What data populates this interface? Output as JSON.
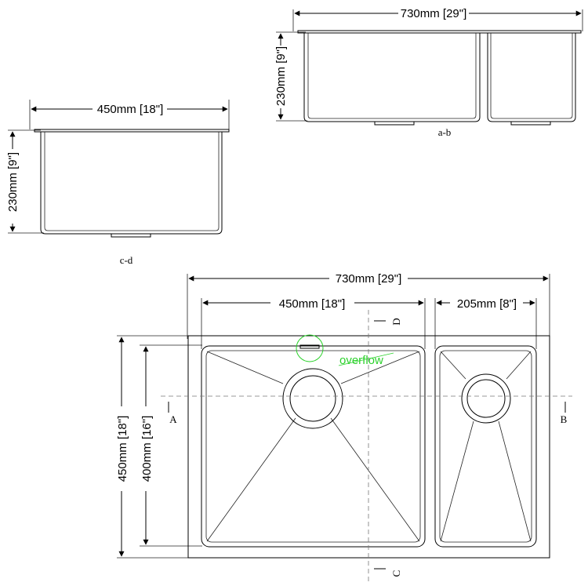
{
  "section_ab": {
    "width_label": "730mm [29\"]",
    "height_label": "230mm [9\"]",
    "caption": "a-b"
  },
  "section_cd": {
    "width_label": "450mm [18\"]",
    "height_label": "230mm [9\"]",
    "caption": "c-d"
  },
  "plan": {
    "overall_width_label": "730mm [29\"]",
    "large_bowl_width_label": "450mm [18\"]",
    "small_bowl_width_label": "205mm [8\"]",
    "overall_depth_label": "450mm [18\"]",
    "bowl_depth_label": "400mm [16\"]",
    "overflow_label": "overflow",
    "overflow_color": "#2bd12b",
    "section_markers": {
      "a": "A",
      "b": "B",
      "c": "C",
      "d": "D"
    }
  }
}
